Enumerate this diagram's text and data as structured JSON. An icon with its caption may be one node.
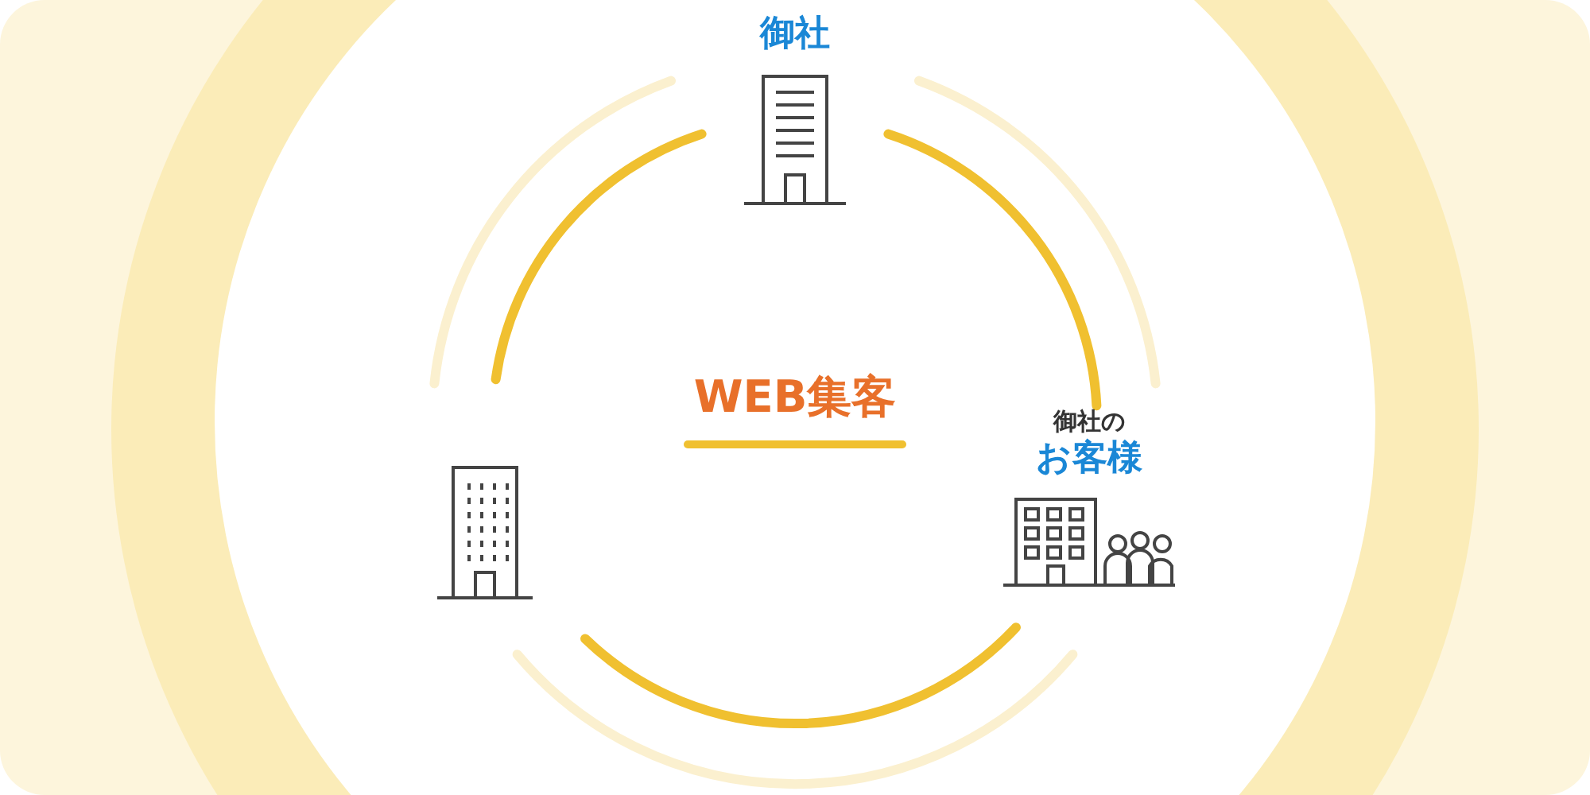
{
  "diagram": {
    "nodes": [
      {
        "text": [
          "御社"
        ]
      },
      {
        "text": [],
        "shape": "picture"
      },
      {
        "text": [
          "御社の",
          "お客様"
        ]
      }
    ],
    "edges": [
      {
        "from": 1,
        "to": 0,
        "arrow": "none"
      },
      {
        "from": 0,
        "to": 2,
        "arrow": "none"
      },
      {
        "from": 2,
        "to": 1,
        "arrow": "none"
      }
    ],
    "labels": [
      "WEB集客"
    ]
  }
}
